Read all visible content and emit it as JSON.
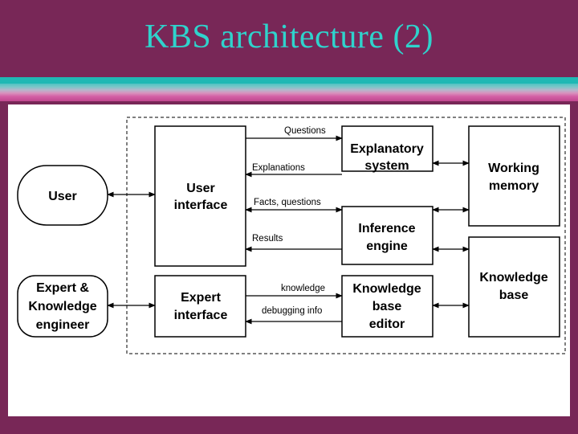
{
  "slide": {
    "title": "KBS architecture (2)"
  },
  "colors": {
    "background": "#782757",
    "title": "#2fd3cc",
    "bar_top": "#1fb8b4",
    "bar_bottom": "#c0478f"
  },
  "diagram": {
    "boxes": {
      "user": [
        "User"
      ],
      "expert": [
        "Expert &",
        "Knowledge",
        "engineer"
      ],
      "user_interface": [
        "User",
        "interface"
      ],
      "expert_interface": [
        "Expert",
        "interface"
      ],
      "explanatory_system": [
        "Explanatory",
        "system"
      ],
      "inference_engine": [
        "Inference",
        "engine"
      ],
      "kb_editor": [
        "Knowledge",
        "base",
        "editor"
      ],
      "working_memory": [
        "Working",
        "memory"
      ],
      "knowledge_base": [
        "Knowledge",
        "base"
      ]
    },
    "arrow_labels": {
      "questions": "Questions",
      "explanations": "Explanations",
      "facts_questions": "Facts, questions",
      "results": "Results",
      "knowledge": "knowledge",
      "debugging_info": "debugging info"
    }
  }
}
